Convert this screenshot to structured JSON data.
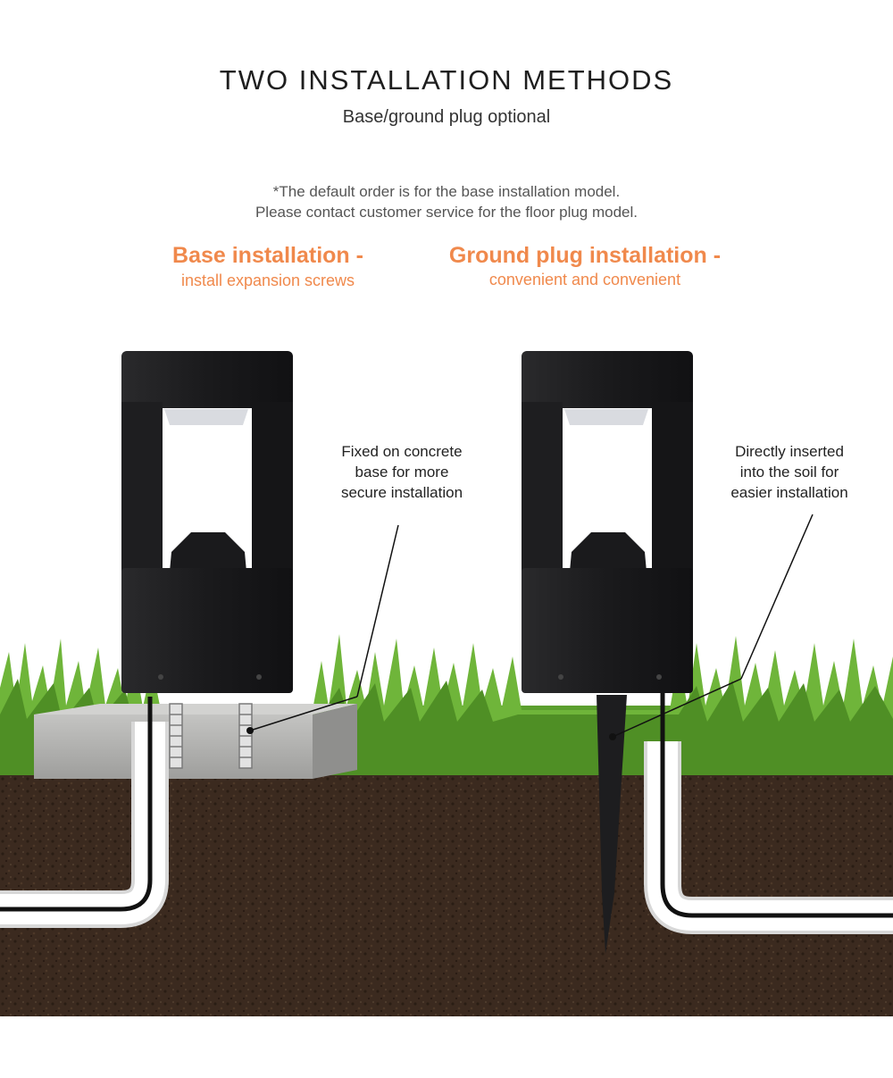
{
  "header": {
    "title": "TWO INSTALLATION METHODS",
    "subtitle": "Base/ground plug optional",
    "note_line1": "*The default order is for the base installation model.",
    "note_line2": "Please contact customer service for the floor plug model."
  },
  "methods": [
    {
      "title": "Base installation -",
      "subtitle": "install expansion screws",
      "callout_line1": "Fixed on concrete",
      "callout_line2": "base for more",
      "callout_line3": "secure installation"
    },
    {
      "title": "Ground plug installation -",
      "subtitle": "convenient and convenient",
      "callout_line1": "Directly inserted",
      "callout_line2": "into the soil for",
      "callout_line3": "easier installation"
    }
  ],
  "colors": {
    "accent": "#f0894c",
    "lamp_body": "#1c1c1e",
    "grass": "#5aa52a",
    "soil": "#3a2a1e",
    "concrete": "#b4b4b2"
  }
}
